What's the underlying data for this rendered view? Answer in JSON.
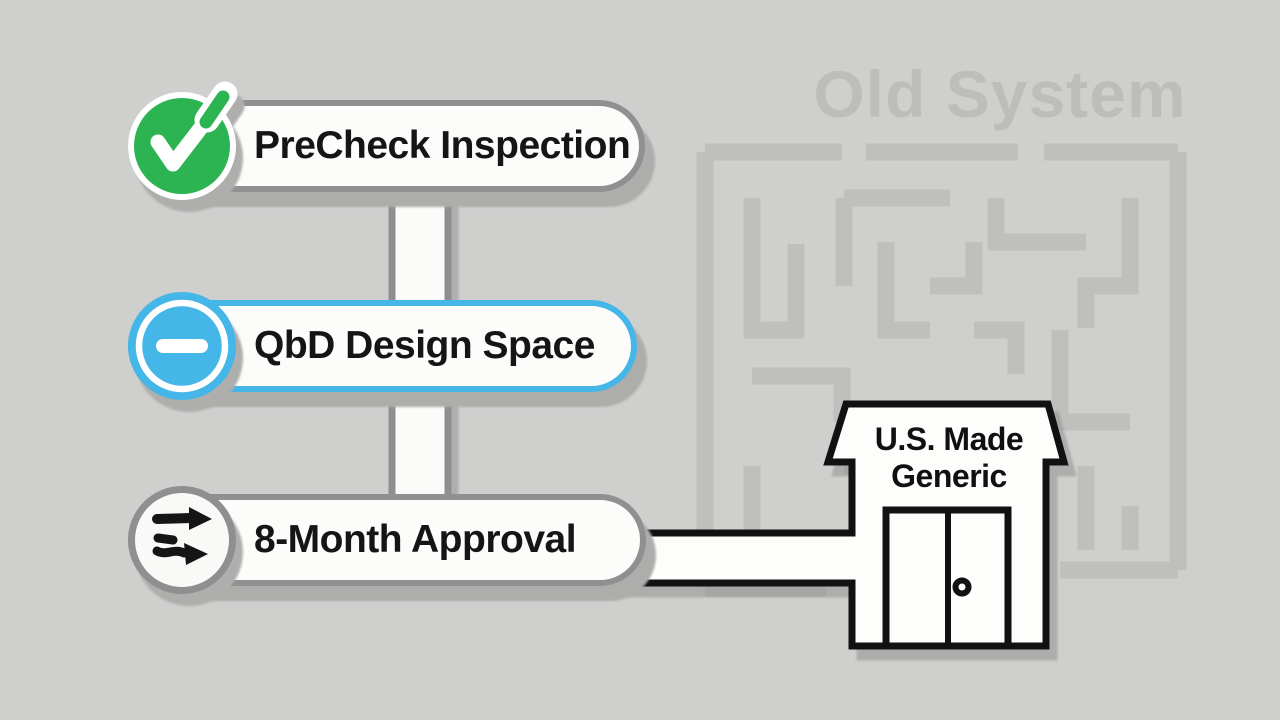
{
  "old_system_label": "Old System",
  "steps": [
    {
      "label": "PreCheck Inspection",
      "icon": "check-icon",
      "status_color": "#2db452"
    },
    {
      "label": "QbD Design Space",
      "icon": "minus-icon",
      "status_color": "#45b6e8"
    },
    {
      "label": "8-Month Approval",
      "icon": "transfer-arrows-icon",
      "status_color": "#f9f9f7"
    }
  ],
  "building": {
    "label_line1": "U.S. Made",
    "label_line2": "Generic"
  },
  "colors": {
    "background": "#cfcfce",
    "maze_line": "#bfbfbd",
    "muted_label": "#bdbdbb",
    "pill_border_gray": "#909090",
    "accent_blue": "#45b6e8",
    "accent_green": "#2db452",
    "outline_black": "#111111",
    "pill_fill": "#fcfcfa"
  }
}
